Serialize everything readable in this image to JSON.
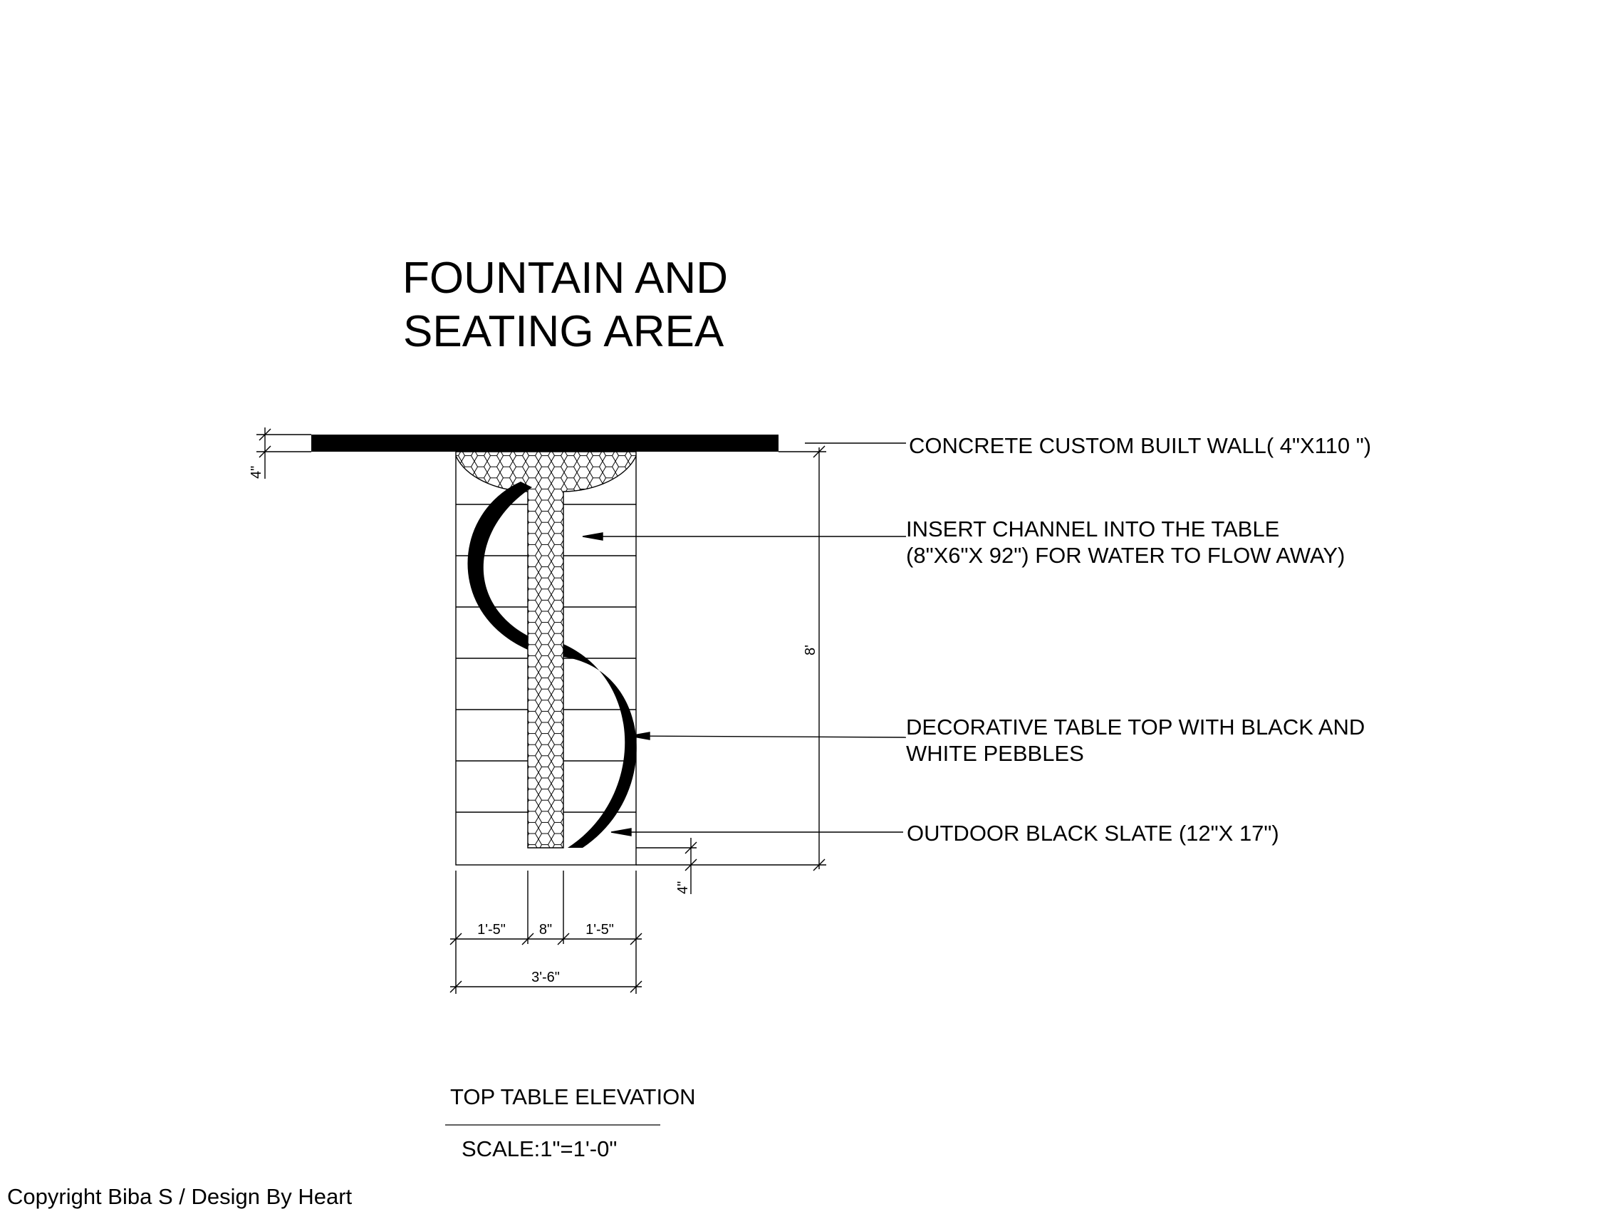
{
  "title": {
    "line1": "FOUNTAIN AND",
    "line2": "SEATING AREA"
  },
  "callouts": {
    "wall": "CONCRETE CUSTOM BUILT WALL( 4\"X110 \")",
    "channel_line1": "INSERT CHANNEL  INTO THE TABLE",
    "channel_line2": "(8\"X6\"X 92\") FOR WATER TO FLOW AWAY)",
    "tabletop_line1": "DECORATIVE TABLE TOP WITH BLACK AND",
    "tabletop_line2": "WHITE PEBBLES",
    "slate": "OUTDOOR BLACK SLATE (12\"X 17\")"
  },
  "dimensions": {
    "wall_thickness": "4\"",
    "bottom_offset": "4\"",
    "height": "8'",
    "left_width": "1'-5\"",
    "channel_width": "8\"",
    "right_width": "1'-5\"",
    "total_width": "3'-6\""
  },
  "caption": {
    "name": "TOP   TABLE ELEVATION",
    "scale": "SCALE:1\"=1'-0\""
  },
  "copyright": "Copyright Biba S / Design By Heart",
  "colors": {
    "line": "#000000",
    "background": "#ffffff"
  }
}
